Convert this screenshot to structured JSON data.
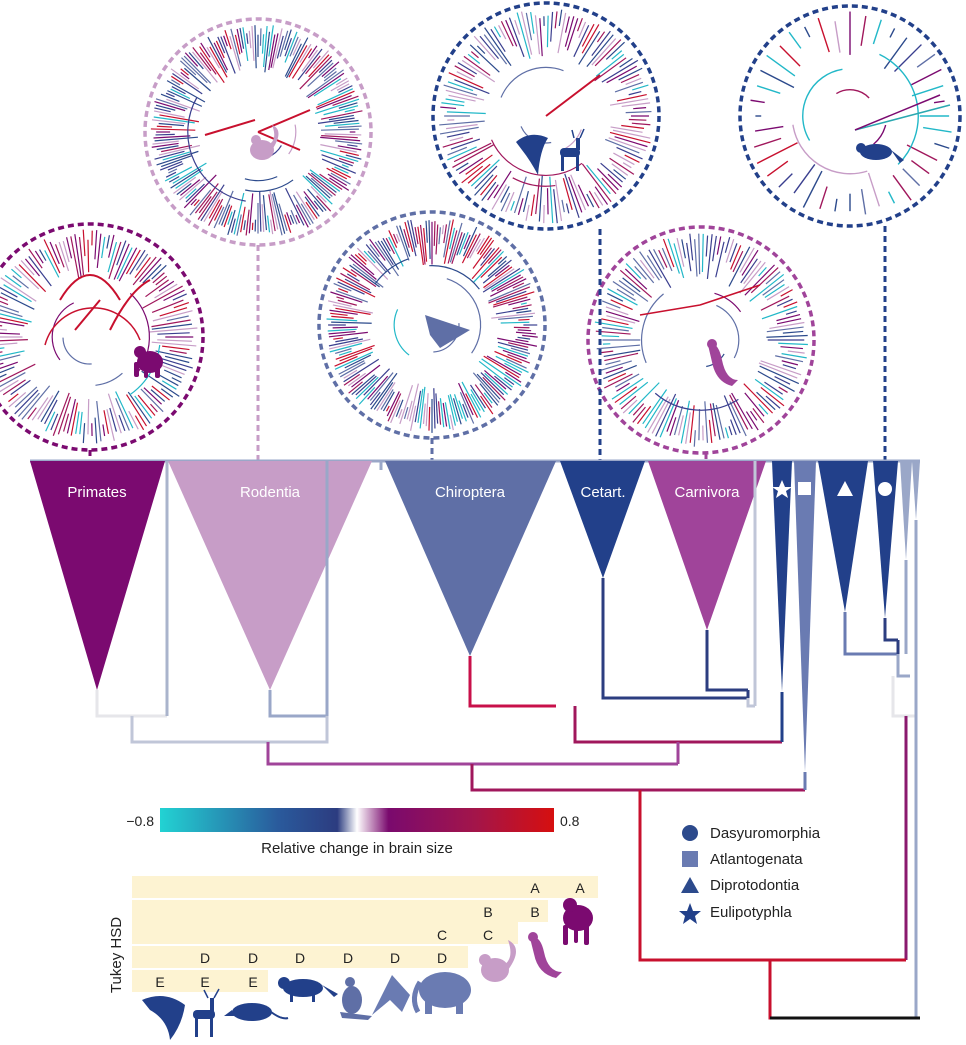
{
  "clades": {
    "primates": "Primates",
    "rodentia": "Rodentia",
    "chiroptera": "Chiroptera",
    "cetart": "Cetart.",
    "carnivora": "Carnivora"
  },
  "colorbar": {
    "min_label": "−0.8",
    "max_label": "0.8",
    "title": "Relative change in brain size",
    "stops": [
      "#22d3d3",
      "#2c4a8c",
      "#ffffff",
      "#7a0a6e",
      "#d60f0f"
    ]
  },
  "legend": [
    {
      "shape": "circle",
      "label": "Dasyuromorphia"
    },
    {
      "shape": "square",
      "label": "Atlantogenata"
    },
    {
      "shape": "triangle",
      "label": "Diprotodontia"
    },
    {
      "shape": "star",
      "label": "Eulipotyphla"
    }
  ],
  "tukey": {
    "axis_label": "Tukey HSD",
    "groups": [
      {
        "animal": "dolphin-icon",
        "letters": "E"
      },
      {
        "animal": "deer-icon",
        "letters": "D E"
      },
      {
        "animal": "shrew-icon",
        "letters": "D E"
      },
      {
        "animal": "dasyurid-icon",
        "letters": "D"
      },
      {
        "animal": "kangaroo-icon",
        "letters": "D"
      },
      {
        "animal": "bat-icon",
        "letters": "D"
      },
      {
        "animal": "elephant-icon",
        "letters": "C D"
      },
      {
        "animal": "squirrel-icon",
        "letters": "B C"
      },
      {
        "animal": "ferret-icon",
        "letters": "A B"
      },
      {
        "animal": "chimpanzee-icon",
        "letters": "A"
      }
    ],
    "letter_text": {
      "A1": "A",
      "A2": "A",
      "B1": "B",
      "B2": "B",
      "C1": "C",
      "C2": "C",
      "D1": "D",
      "D2": "D",
      "D3": "D",
      "D4": "D",
      "D5": "D",
      "D6": "D",
      "E1": "E",
      "E2": "E",
      "E3": "E"
    }
  },
  "colors": {
    "primates": "#7b0a70",
    "rodentia": "#c79dc7",
    "chiroptera": "#5f6fa6",
    "cetart": "#22408a",
    "carnivora": "#a0449a",
    "tukey_bar": "#fdf3d2",
    "red": "#c8102e"
  }
}
